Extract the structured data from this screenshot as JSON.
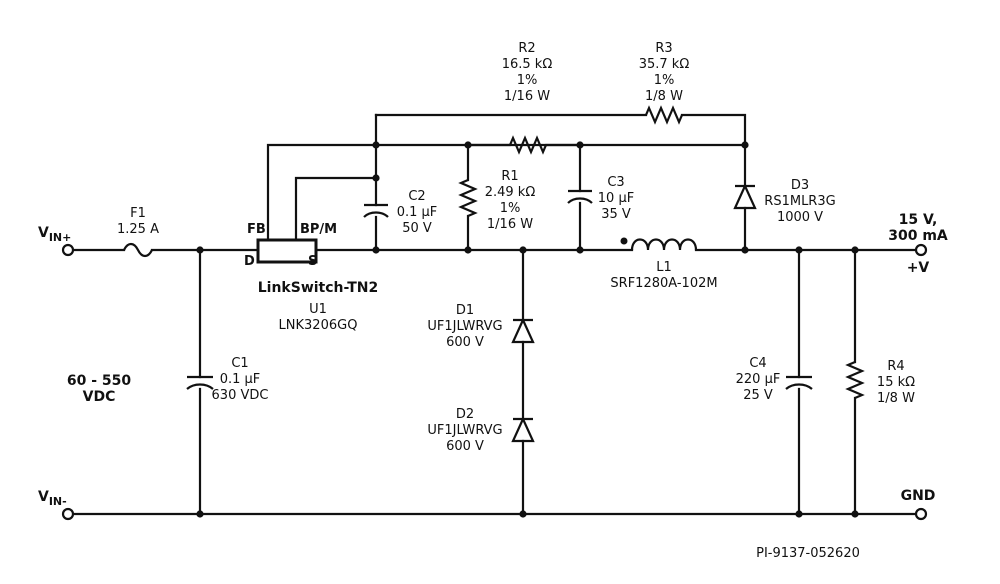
{
  "terminals": {
    "vin_plus": {
      "main": "V",
      "sub": "IN+"
    },
    "vin_minus": {
      "main": "V",
      "sub": "IN-"
    },
    "output": {
      "line1": "15 V,",
      "line2": "300 mA",
      "polarity": "+V"
    },
    "ground": "GND"
  },
  "input_range": {
    "line1": "60 - 550",
    "line2": "VDC"
  },
  "components": {
    "F1": {
      "ref": "F1",
      "value": "1.25 A"
    },
    "C1": {
      "ref": "C1",
      "value": "0.1 µF",
      "rating": "630 VDC"
    },
    "U1": {
      "brand": "LinkSwitch-TN2",
      "ref": "U1",
      "part": "LNK3206GQ",
      "pin_fb": "FB",
      "pin_bpm": "BP/M",
      "pin_d": "D",
      "pin_s": "S"
    },
    "C2": {
      "ref": "C2",
      "value": "0.1 µF",
      "rating": "50 V"
    },
    "R1": {
      "ref": "R1",
      "value": "2.49 kΩ",
      "tolerance": "1%",
      "power": "1/16 W"
    },
    "R2": {
      "ref": "R2",
      "value": "16.5 kΩ",
      "tolerance": "1%",
      "power": "1/16 W"
    },
    "R3": {
      "ref": "R3",
      "value": "35.7 kΩ",
      "tolerance": "1%",
      "power": "1/8 W"
    },
    "C3": {
      "ref": "C3",
      "value": "10 µF",
      "rating": "35 V"
    },
    "D3": {
      "ref": "D3",
      "part": "RS1MLR3G",
      "rating": "1000 V"
    },
    "L1": {
      "ref": "L1",
      "part": "SRF1280A-102M"
    },
    "D1": {
      "ref": "D1",
      "part": "UF1JLWRVG",
      "rating": "600 V"
    },
    "D2": {
      "ref": "D2",
      "part": "UF1JLWRVG",
      "rating": "600 V"
    },
    "C4": {
      "ref": "C4",
      "value": "220 µF",
      "rating": "25 V"
    },
    "R4": {
      "ref": "R4",
      "value": "15 kΩ",
      "power": "1/8 W"
    }
  },
  "drawing_number": "PI-9137-052620"
}
